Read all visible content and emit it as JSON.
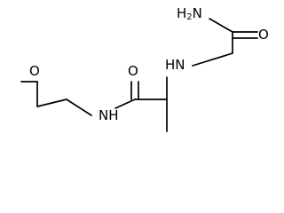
{
  "molecule": {
    "atom_labels": {
      "amine": "H2N",
      "amine_h": "H",
      "amine_sub": "2",
      "amine_n": "N",
      "amide_o_top": "O",
      "secondary_amine": "HN",
      "amide_o_mid": "O",
      "methoxy_o": "O",
      "amide_nh": "NH"
    }
  }
}
